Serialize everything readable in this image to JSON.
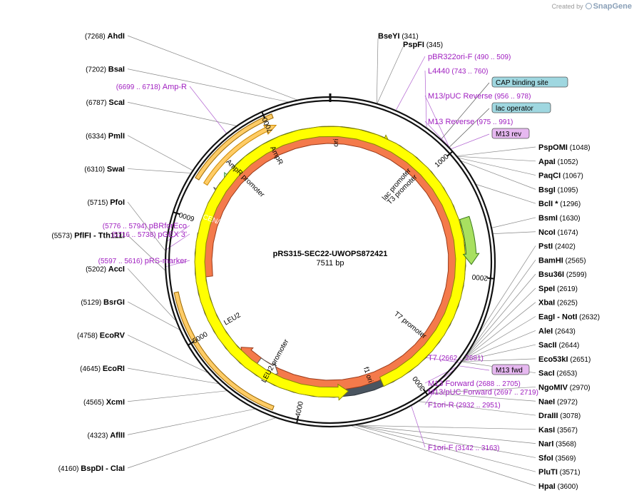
{
  "credit": {
    "prefix": "Created by",
    "brand": "SnapGene"
  },
  "plasmid": {
    "name": "pRS315-SEC22-UWOPS872421",
    "length_label": "7511 bp",
    "length": 7511
  },
  "colors": {
    "feature_text": "#a020c0",
    "enzyme_text": "#000000",
    "leader_line": "#888888",
    "backbone": "#111111",
    "tick": "#111111"
  },
  "ticks": [
    {
      "pos": 1000,
      "label": "1000"
    },
    {
      "pos": 2000,
      "label": "2000"
    },
    {
      "pos": 3000,
      "label": "3000"
    },
    {
      "pos": 4000,
      "label": "4000"
    },
    {
      "pos": 5000,
      "label": "5000"
    },
    {
      "pos": 6000,
      "label": "6000"
    },
    {
      "pos": 7000,
      "label": "7000"
    }
  ],
  "arcs": [
    {
      "name": "AmpR",
      "start": 7242,
      "end": 6381,
      "dir": -1,
      "ring": 1,
      "color": "#c8f7c8",
      "stroke": "#3a8a3a",
      "label": "AmpR",
      "label_pos": 6950
    },
    {
      "name": "AmpR promoter",
      "start": 6381,
      "end": 6277,
      "dir": -1,
      "ring": 1,
      "color": "#ffffff",
      "stroke": "#555555",
      "label": "AmpR promoter",
      "label_pos": 6560
    },
    {
      "name": "ori",
      "start": 7422,
      "end": 585,
      "dir": 1,
      "ring": 1,
      "color": "#ffff00",
      "stroke": "#888800",
      "label": "ori",
      "label_pos": 60
    },
    {
      "name": "CEN/ARS",
      "start": 6170,
      "end": 5890,
      "dir": 0,
      "ring": 1,
      "color": "#4a5560",
      "stroke": "#2c333a",
      "label": "CEN/ARS",
      "label_pos": 6040,
      "label_color": "#ffffff"
    },
    {
      "name": "LEU2",
      "start": 5490,
      "end": 4720,
      "dir": 1,
      "ring": 2,
      "color": "#f47a4b",
      "stroke": "#9a3a1a",
      "label": "LEU2",
      "label_pos": 5000
    },
    {
      "name": "LEU2 promoter",
      "start": 4500,
      "end": 4280,
      "dir": -1,
      "ring": 2,
      "color": "#ffffff",
      "stroke": "#555555",
      "label": "LEU2 promoter",
      "label_pos": 4360
    },
    {
      "name": "f1 ori",
      "start": 3270,
      "end": 3590,
      "dir": -1,
      "ring": 1,
      "color": "#ffff00",
      "stroke": "#888800",
      "label": "f1 ori",
      "label_pos": 3370
    },
    {
      "name": "SEC22",
      "start": 1500,
      "end": 1900,
      "dir": 1,
      "ring": 0,
      "color": "#a8e060",
      "stroke": "#3a7a1a",
      "label": "",
      "label_pos": 1700
    },
    {
      "name": "Amp-R",
      "start": 6300,
      "end": 7060,
      "dir": 0,
      "ring": -1,
      "color": "#ffcc66",
      "stroke": "#996600",
      "label": "",
      "label_pos": 6700
    },
    {
      "name": "AmpR-inner",
      "start": 6300,
      "end": 7060,
      "dir": 1,
      "ring": -2,
      "color": "#ffcc66",
      "stroke": "#cc8800",
      "label": "",
      "label_pos": 6700
    },
    {
      "name": "LEU2-outer",
      "start": 4200,
      "end": 5400,
      "dir": 0,
      "ring": -1,
      "color": "#ffcc66",
      "stroke": "#996600",
      "label": "",
      "label_pos": 4800
    }
  ],
  "inner_labels": [
    {
      "text": "lac promoter",
      "pos": 850,
      "angle_offset": 0
    },
    {
      "text": "T3 promoter",
      "pos": 940,
      "angle_offset": 0
    },
    {
      "text": "T7 promoter",
      "pos": 2680,
      "angle_offset": 0
    }
  ],
  "enzymes_right": [
    {
      "name": "PspOMI",
      "pos": 1048,
      "coord": "(1048)"
    },
    {
      "name": "ApaI",
      "pos": 1052,
      "coord": "(1052)"
    },
    {
      "name": "PaqCI",
      "pos": 1067,
      "coord": "(1067)"
    },
    {
      "name": "BsgI",
      "pos": 1095,
      "coord": "(1095)"
    },
    {
      "name": "BclI *",
      "pos": 1296,
      "coord": "(1296)"
    },
    {
      "name": "BsmI",
      "pos": 1630,
      "coord": "(1630)"
    },
    {
      "name": "NcoI",
      "pos": 1674,
      "coord": "(1674)"
    },
    {
      "name": "PstI",
      "pos": 2402,
      "coord": "(2402)"
    },
    {
      "name": "BamHI",
      "pos": 2565,
      "coord": "(2565)"
    },
    {
      "name": "Bsu36I",
      "pos": 2599,
      "coord": "(2599)"
    },
    {
      "name": "SpeI",
      "pos": 2619,
      "coord": "(2619)"
    },
    {
      "name": "XbaI",
      "pos": 2625,
      "coord": "(2625)"
    },
    {
      "name": "EagI - NotI",
      "pos": 2632,
      "coord": "(2632)"
    },
    {
      "name": "AleI",
      "pos": 2643,
      "coord": "(2643)"
    },
    {
      "name": "SacII",
      "pos": 2644,
      "coord": "(2644)"
    },
    {
      "name": "Eco53kI",
      "pos": 2651,
      "coord": "(2651)"
    },
    {
      "name": "SacI",
      "pos": 2653,
      "coord": "(2653)"
    },
    {
      "name": "NgoMIV",
      "pos": 2970,
      "coord": "(2970)"
    },
    {
      "name": "NaeI",
      "pos": 2972,
      "coord": "(2972)"
    },
    {
      "name": "DraIII",
      "pos": 3078,
      "coord": "(3078)"
    },
    {
      "name": "KasI",
      "pos": 3567,
      "coord": "(3567)"
    },
    {
      "name": "NarI",
      "pos": 3568,
      "coord": "(3568)"
    },
    {
      "name": "SfoI",
      "pos": 3569,
      "coord": "(3569)"
    },
    {
      "name": "PluTI",
      "pos": 3571,
      "coord": "(3571)"
    },
    {
      "name": "HpaI",
      "pos": 3600,
      "coord": "(3600)"
    }
  ],
  "enzymes_left": [
    {
      "name": "AhdI",
      "pos": 7268,
      "coord": "(7268)"
    },
    {
      "name": "BsaI",
      "pos": 7202,
      "coord": "(7202)"
    },
    {
      "name": "ScaI",
      "pos": 6787,
      "coord": "(6787)"
    },
    {
      "name": "PmlI",
      "pos": 6334,
      "coord": "(6334)"
    },
    {
      "name": "SwaI",
      "pos": 6310,
      "coord": "(6310)"
    },
    {
      "name": "PfoI",
      "pos": 5715,
      "coord": "(5715)"
    },
    {
      "name": "PflFI - Tth111I",
      "pos": 5573,
      "coord": "(5573)"
    },
    {
      "name": "AccI",
      "pos": 5202,
      "coord": "(5202)"
    },
    {
      "name": "BsrGI",
      "pos": 5129,
      "coord": "(5129)"
    },
    {
      "name": "EcoRV",
      "pos": 4758,
      "coord": "(4758)"
    },
    {
      "name": "EcoRI",
      "pos": 4645,
      "coord": "(4645)"
    },
    {
      "name": "XcmI",
      "pos": 4565,
      "coord": "(4565)"
    },
    {
      "name": "AflII",
      "pos": 4323,
      "coord": "(4323)"
    },
    {
      "name": "BspDI - ClaI",
      "pos": 4160,
      "coord": "(4160)"
    }
  ],
  "enzymes_top": [
    {
      "name": "BseYI",
      "pos": 341,
      "coord": "(341)"
    },
    {
      "name": "PspFI",
      "pos": 345,
      "coord": "(345)"
    }
  ],
  "primers_right": [
    {
      "name": "pBR322ori-F",
      "pos": 490,
      "coord": "(490 .. 509)",
      "boxed": false
    },
    {
      "name": "L4440",
      "pos": 743,
      "coord": "(743 .. 760)",
      "boxed": false
    },
    {
      "name": "CAP binding site",
      "pos": 880,
      "coord": "",
      "boxed": "blue"
    },
    {
      "name": "M13/pUC Reverse",
      "pos": 956,
      "coord": "(956 .. 978)",
      "boxed": false
    },
    {
      "name": "lac operator",
      "pos": 962,
      "coord": "",
      "boxed": "blue"
    },
    {
      "name": "M13 Reverse",
      "pos": 975,
      "coord": "(975 .. 991)",
      "boxed": false
    },
    {
      "name": "M13 rev",
      "pos": 980,
      "coord": "",
      "boxed": "purple"
    },
    {
      "name": "T7",
      "pos": 2662,
      "coord": "(2662 .. 2681)",
      "boxed": false
    },
    {
      "name": "M13 fwd",
      "pos": 2690,
      "coord": "",
      "boxed": "purple"
    },
    {
      "name": "M13 Forward",
      "pos": 2688,
      "coord": "(2688 .. 2705)",
      "boxed": false
    },
    {
      "name": "M13/pUC Forward",
      "pos": 2697,
      "coord": "(2697 .. 2719)",
      "boxed": false
    },
    {
      "name": "F1ori-R",
      "pos": 2932,
      "coord": "(2932 .. 2951)",
      "boxed": false
    },
    {
      "name": "F1ori-F",
      "pos": 3142,
      "coord": "(3142 .. 3163)",
      "boxed": false
    }
  ],
  "primers_left": [
    {
      "name": "Amp-R",
      "pos": 6699,
      "coord": "(6699 .. 6718)"
    },
    {
      "name": "pBRforEco",
      "pos": 5776,
      "coord": "(5776 .. 5794)"
    },
    {
      "name": "pGEX 3'",
      "pos": 5716,
      "coord": "(5716 .. 5738)"
    },
    {
      "name": "pRS-marker",
      "pos": 5597,
      "coord": "(5597 .. 5616)"
    }
  ]
}
